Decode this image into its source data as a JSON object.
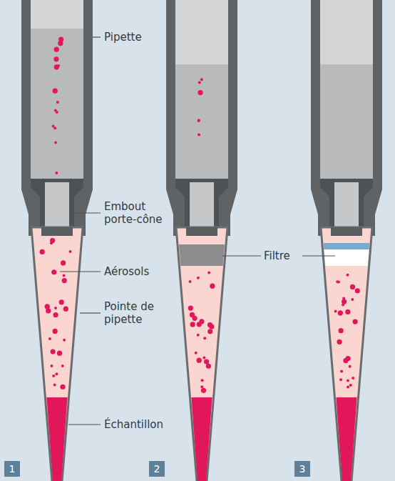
{
  "diagram": {
    "labels": [
      "Pipette",
      "Embout porte-cône",
      "Aérosols",
      "Pointe de pipette",
      "Échantillon",
      "Filtre",
      "1",
      "2",
      "3"
    ]
  }
}
